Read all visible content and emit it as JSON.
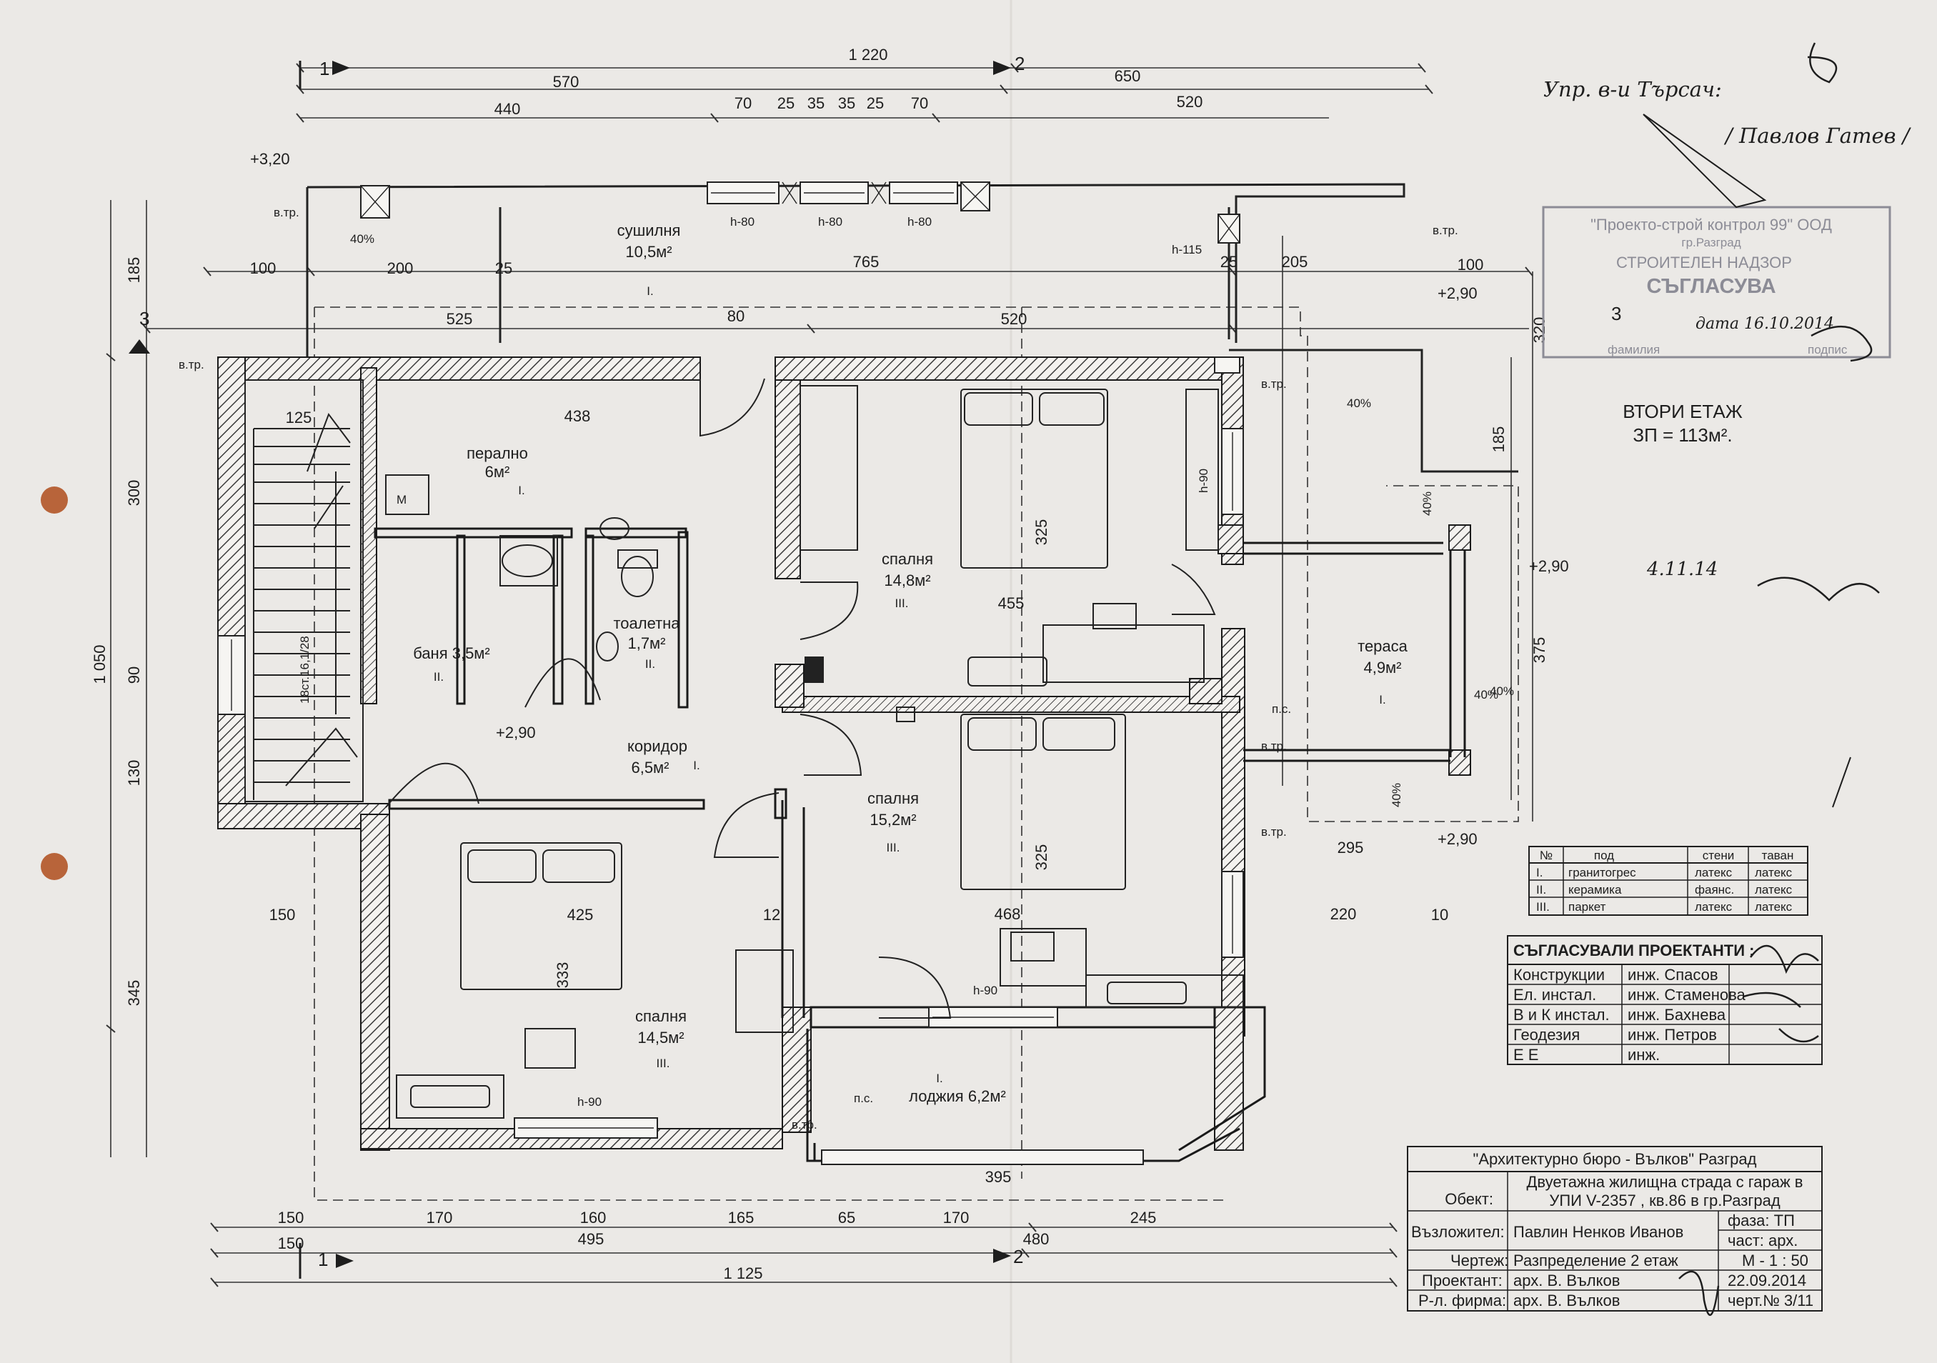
{
  "title": {
    "floor": "ВТОРИ ЕТАЖ",
    "area": "ЗП = 113м²."
  },
  "rooms": [
    {
      "name": "сушилня",
      "area": "10,5м²",
      "floor_code": "I."
    },
    {
      "name": "перално",
      "area": "6м²",
      "floor_code": "I."
    },
    {
      "name": "баня 3,5м²",
      "floor_code": "II."
    },
    {
      "name": "тоалетна",
      "area": "1,7м²",
      "floor_code": "II."
    },
    {
      "name": "коридор",
      "area": "6,5м²",
      "floor_code": "I."
    },
    {
      "name": "спалня",
      "area": "14,8м²",
      "floor_code": "III."
    },
    {
      "name": "спалня",
      "area": "15,2м²",
      "floor_code": "III."
    },
    {
      "name": "спалня",
      "area": "14,5м²",
      "floor_code": "III."
    },
    {
      "name": "тераса",
      "area": "4,9м²",
      "floor_code": "I."
    },
    {
      "name": "лоджия 6,2м²",
      "floor_code": "I."
    }
  ],
  "levels": [
    "+3,20",
    "+2,90",
    "+2,90",
    "+2,90",
    "+2,90"
  ],
  "slopes": [
    "40%",
    "40%",
    "40%",
    "40%",
    "40%",
    "40%"
  ],
  "misc_labels": [
    "в.тр.",
    "в.тр.",
    "в.тр.",
    "в.тр.",
    "в.тр.",
    "в.тр.",
    "в.тр.",
    "п.с.",
    "п.с.",
    "h-80",
    "h-80",
    "h-80",
    "h-115",
    "h-90",
    "h-90",
    "h-90",
    "М",
    "18ст.16,1/28"
  ],
  "dimensions": {
    "top_overall": "1 220",
    "top_a": "570",
    "top_b": "650",
    "top_c": "440",
    "top_d": "520",
    "top_win": [
      "70",
      "25",
      "35",
      "35",
      "25",
      "70"
    ],
    "row2": [
      "100",
      "200",
      "25",
      "765",
      "25",
      "205",
      "100"
    ],
    "row3": [
      "525",
      "80",
      "520"
    ],
    "bottom_a": [
      "150",
      "170",
      "160",
      "165",
      "65",
      "170",
      "245"
    ],
    "bottom_b": [
      "150",
      "495",
      "480"
    ],
    "bottom_overall": "1 125",
    "left_overall": "1 050",
    "left_parts": [
      "185",
      "300",
      "90",
      "130",
      "345"
    ],
    "right_parts": [
      "320",
      "185",
      "375"
    ],
    "inner": [
      "438",
      "125",
      "455",
      "425",
      "468",
      "295",
      "220",
      "395",
      "325",
      "325",
      "333",
      "150",
      "12",
      "10"
    ]
  },
  "axes": [
    "1",
    "1",
    "2",
    "2",
    "3",
    "3"
  ],
  "finishes_table": {
    "headers": [
      "№",
      "под",
      "стени",
      "таван"
    ],
    "rows": [
      [
        "I.",
        "гранитогрес",
        "латекс",
        "латекс"
      ],
      [
        "II.",
        "керамика",
        "фаянс.",
        "латекс"
      ],
      [
        "III.",
        "паркет",
        "латекс",
        "латекс"
      ]
    ]
  },
  "approvals": {
    "title": "СЪГЛАСУВАЛИ ПРОЕКТАНТИ :",
    "rows": [
      [
        "Конструкции",
        "инж. Спасов"
      ],
      [
        "Ел. инстал.",
        "инж. Стаменова"
      ],
      [
        "В и К инстал.",
        "инж. Бахнева"
      ],
      [
        "Геодезия",
        "инж. Петров"
      ],
      [
        "Е Е",
        "инж."
      ]
    ]
  },
  "title_block": {
    "bureau": "\"Архитектурно бюро - Вълков\" Разград",
    "object_label": "Обект:",
    "object_value_1": "Двуетажна жилищна страда с гараж в",
    "object_value_2": "УПИ V-2357 , кв.86 в гр.Разград",
    "client_label": "Възложител:",
    "client_value": "Павлин Ненков Иванов",
    "phase": "фаза: ТП",
    "part": "част: арх.",
    "drawing_label": "Чертеж:",
    "drawing_value": "Разпределение 2 етаж",
    "scale": "М - 1 : 50",
    "designer_label": "Проектант:",
    "designer_value": "арх. В. Вълков",
    "date": "22.09.2014",
    "firm_label": "Р-л. фирма:",
    "firm_value": "арх. В. Вълков",
    "sheet_no": "черт.№ 3/11"
  },
  "stamp": {
    "line1": "\"Проекто-строй контрол 99\" ООД",
    "line2": "гр.Разград",
    "line3": "СТРОИТЕЛЕН НАДЗОР",
    "line4": "СЪГЛАСУВА",
    "line5": "дата 16.10.2014",
    "line6": "фамилия",
    "line7": "подпис"
  },
  "handwriting": {
    "note": "Упр. в-и Търсач:",
    "note2": "/ Павлов Гатев /",
    "date": "4.11.14"
  },
  "colors": {
    "paper": "#ebe9e6",
    "ink": "#1e1e1e",
    "hatch": "#3c3c3c",
    "stamp": "#8c8c96"
  }
}
